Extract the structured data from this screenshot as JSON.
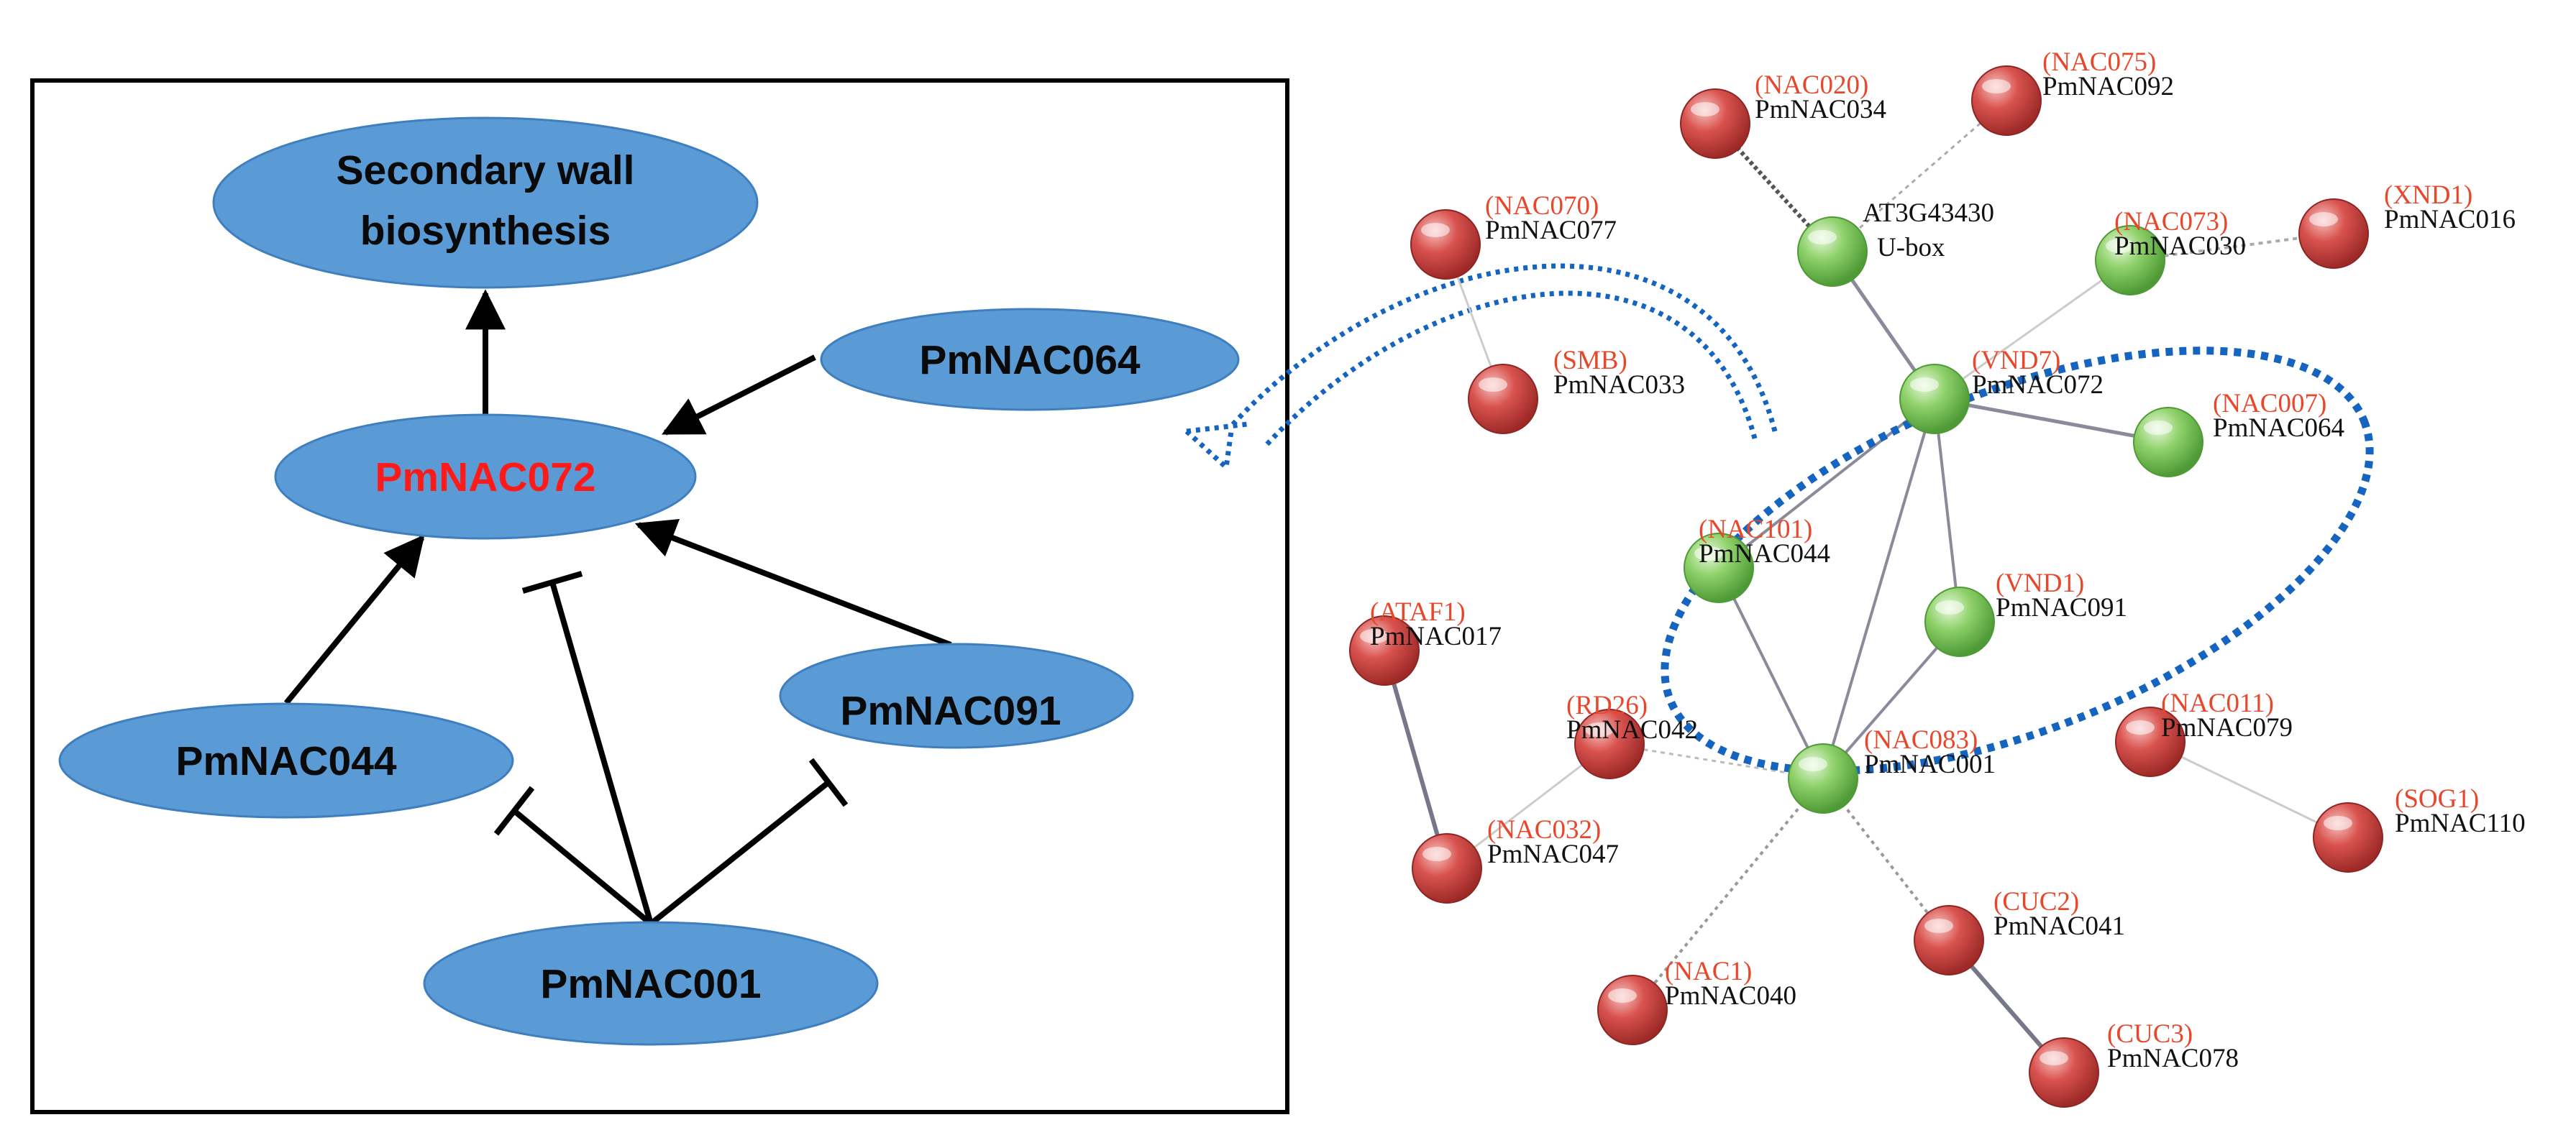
{
  "pathway": {
    "nodes": {
      "secondary_wall": {
        "line1": "Secondary wall",
        "line2": "biosynthesis"
      },
      "pmnac064": "PmNAC064",
      "pmnac072": "PmNAC072",
      "pmnac044": "PmNAC044",
      "pmnac091": "PmNAC091",
      "pmnac001": "PmNAC001"
    }
  },
  "network": {
    "colors": {
      "red_node": "#d9534f",
      "green_node": "#8fd16a",
      "highlight_ellipse": "#1464c0",
      "alias_label": "#e8472b"
    },
    "nodes": [
      {
        "id": "PmNAC034",
        "alias": "(NAC020)",
        "label": "PmNAC034",
        "color": "red"
      },
      {
        "id": "PmNAC092",
        "alias": "(NAC075)",
        "label": "PmNAC092",
        "color": "red"
      },
      {
        "id": "AT3G43430",
        "alias": "",
        "label": "AT3G43430",
        "label2": "U-box",
        "color": "green"
      },
      {
        "id": "PmNAC077",
        "alias": "(NAC070)",
        "label": "PmNAC077",
        "color": "red"
      },
      {
        "id": "PmNAC030",
        "alias": "(NAC073)",
        "label": "PmNAC030",
        "color": "green"
      },
      {
        "id": "PmNAC016",
        "alias": "(XND1)",
        "label": "PmNAC016",
        "color": "red"
      },
      {
        "id": "PmNAC033",
        "alias": "(SMB)",
        "label": "PmNAC033",
        "color": "red"
      },
      {
        "id": "PmNAC072",
        "alias": "(VND7)",
        "label": "PmNAC072",
        "color": "green"
      },
      {
        "id": "PmNAC064",
        "alias": "(NAC007)",
        "label": "PmNAC064",
        "color": "green"
      },
      {
        "id": "PmNAC044",
        "alias": "(NAC101)",
        "label": "PmNAC044",
        "color": "green"
      },
      {
        "id": "PmNAC017",
        "alias": "(ATAF1)",
        "label": "PmNAC017",
        "color": "red"
      },
      {
        "id": "PmNAC091",
        "alias": "(VND1)",
        "label": "PmNAC091",
        "color": "green"
      },
      {
        "id": "PmNAC042",
        "alias": "(RD26)",
        "label": "PmNAC042",
        "color": "red"
      },
      {
        "id": "PmNAC079",
        "alias": "(NAC011)",
        "label": "PmNAC079",
        "color": "red"
      },
      {
        "id": "PmNAC001",
        "alias": "(NAC083)",
        "label": "PmNAC001",
        "color": "green"
      },
      {
        "id": "PmNAC047",
        "alias": "(NAC032)",
        "label": "PmNAC047",
        "color": "red"
      },
      {
        "id": "PmNAC110",
        "alias": "(SOG1)",
        "label": "PmNAC110",
        "color": "red"
      },
      {
        "id": "PmNAC041",
        "alias": "(CUC2)",
        "label": "PmNAC041",
        "color": "red"
      },
      {
        "id": "PmNAC040",
        "alias": "(NAC1)",
        "label": "PmNAC040",
        "color": "red"
      },
      {
        "id": "PmNAC078",
        "alias": "(CUC3)",
        "label": "PmNAC078",
        "color": "red"
      }
    ]
  }
}
